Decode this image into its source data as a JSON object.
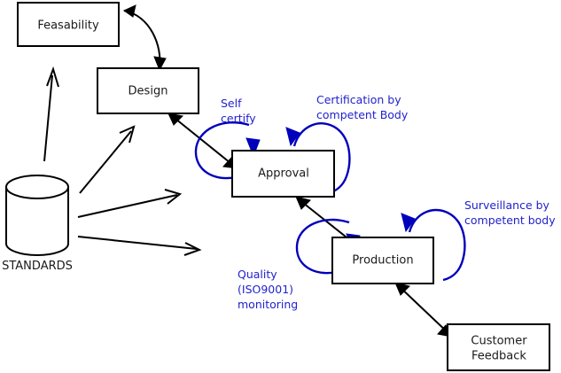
{
  "diagram": {
    "title": "Standards-driven product lifecycle flow diagram",
    "colors": {
      "node_stroke": "#000000",
      "node_fill": "#ffffff",
      "flow_arrow": "#000000",
      "annotation": "#2222cc",
      "loop_arrow": "#0000bb",
      "background": "#ffffff"
    },
    "data_store": {
      "label": "STANDARDS",
      "shape": "cylinder"
    },
    "nodes": [
      {
        "id": "feasability",
        "label": "Feasability",
        "shape": "rectangle"
      },
      {
        "id": "design",
        "label": "Design",
        "shape": "rectangle"
      },
      {
        "id": "approval",
        "label": "Approval",
        "shape": "rectangle"
      },
      {
        "id": "production",
        "label": "Production",
        "shape": "rectangle"
      },
      {
        "id": "customer-feedback",
        "label_line1": "Customer",
        "label_line2": "Feedback",
        "shape": "rectangle"
      }
    ],
    "annotations": [
      {
        "id": "self-certify",
        "line1": "Self",
        "line2": "certify",
        "line3": "",
        "target": "approval"
      },
      {
        "id": "certification-by-competent-body",
        "line1": "Certification by",
        "line2": "competent Body",
        "line3": "",
        "target": "approval"
      },
      {
        "id": "quality-iso9001-monitoring",
        "line1": "Quality",
        "line2": "(ISO9001)",
        "line3": "monitoring",
        "target": "production"
      },
      {
        "id": "surveillance-by-competent-body",
        "line1": "Surveillance by",
        "line2": "competent body",
        "line3": "",
        "target": "production"
      }
    ],
    "connectors": [
      {
        "id": "design-to-feasability",
        "from": "design",
        "to": "feasability",
        "style": "curved",
        "heads": "both"
      },
      {
        "id": "approval-to-design",
        "from": "approval",
        "to": "design",
        "style": "straight",
        "heads": "both"
      },
      {
        "id": "standards-to-feasability",
        "from": "data_store",
        "to": "feasability",
        "style": "straight",
        "heads": "single"
      },
      {
        "id": "standards-to-design",
        "from": "data_store",
        "to": "design",
        "style": "straight",
        "heads": "single"
      },
      {
        "id": "standards-to-approval",
        "from": "data_store",
        "to": "approval",
        "style": "straight",
        "heads": "single"
      },
      {
        "id": "standards-to-production",
        "from": "data_store",
        "to": "production",
        "style": "straight",
        "heads": "single"
      },
      {
        "id": "production-to-approval",
        "from": "production",
        "to": "approval",
        "style": "straight",
        "heads": "both"
      },
      {
        "id": "customer-feedback-to-production",
        "from": "customer-feedback",
        "to": "production",
        "style": "straight",
        "heads": "both"
      }
    ]
  }
}
